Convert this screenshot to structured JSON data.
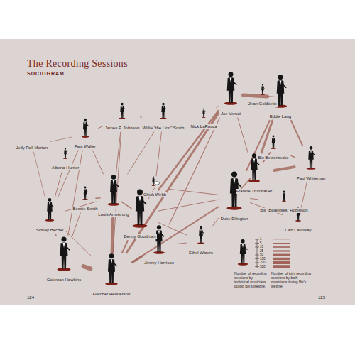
{
  "diagram": {
    "title": "The Recording Sessions",
    "nodes": [
      {
        "text": [
          "Joe Venuti"
        ]
      },
      {
        "text": [
          "Jean Goldkette"
        ]
      },
      {
        "text": [
          "Eddie Lang"
        ]
      },
      {
        "text": [
          "Nick LaRocca"
        ]
      },
      {
        "text": [
          "Bix Beiderbecke"
        ]
      },
      {
        "text": [
          "Paul Whiteman"
        ]
      },
      {
        "text": [
          "Frankie Trumbauer"
        ]
      },
      {
        "text": [
          "Duke Ellington"
        ]
      },
      {
        "text": [
          "Bill \"Bojangles\" Robinson"
        ]
      },
      {
        "text": [
          "Cab Calloway"
        ]
      },
      {
        "text": [
          "Ethel Waters"
        ]
      },
      {
        "text": [
          "Jimmy Harrison"
        ]
      },
      {
        "text": [
          "Benny Goodman"
        ]
      },
      {
        "text": [
          "Chick Webb"
        ]
      },
      {
        "text": [
          "Louis Armstrong"
        ]
      },
      {
        "text": [
          "Bessie Smith"
        ]
      },
      {
        "text": [
          "Sidney Bechet"
        ]
      },
      {
        "text": [
          "Coleman Hawkins"
        ]
      },
      {
        "text": [
          "Fletcher Henderson"
        ]
      },
      {
        "text": [
          "Jelly Roll Morton"
        ]
      },
      {
        "text": [
          "Alberta Hunter"
        ]
      },
      {
        "text": [
          "Fats Waller"
        ]
      },
      {
        "text": [
          "James P. Johnson"
        ]
      },
      {
        "text": [
          "Willie \"the Lion\" Smith"
        ]
      }
    ],
    "edges": [
      {
        "from": 0,
        "to": 2,
        "arrow": "none"
      },
      {
        "from": 2,
        "to": 6,
        "arrow": "none"
      },
      {
        "from": 2,
        "to": 7,
        "arrow": "none"
      },
      {
        "from": 0,
        "to": 12,
        "arrow": "none"
      },
      {
        "from": 0,
        "to": 11,
        "arrow": "none"
      },
      {
        "from": 6,
        "to": 5,
        "arrow": "none"
      },
      {
        "from": 4,
        "to": 6,
        "arrow": "none"
      },
      {
        "from": 4,
        "to": 5,
        "arrow": "none"
      },
      {
        "from": 2,
        "to": 5,
        "arrow": "none"
      },
      {
        "from": 0,
        "to": 6,
        "arrow": "none"
      },
      {
        "from": 17,
        "to": 18,
        "arrow": "none"
      },
      {
        "from": 18,
        "to": 14,
        "arrow": "none"
      },
      {
        "from": 18,
        "to": 12,
        "arrow": "none"
      },
      {
        "from": 18,
        "to": 11,
        "arrow": "none"
      },
      {
        "from": 14,
        "to": 15,
        "arrow": "none"
      },
      {
        "from": 14,
        "to": 16,
        "arrow": "none"
      },
      {
        "from": 14,
        "to": 21,
        "arrow": "none"
      },
      {
        "from": 14,
        "to": 22,
        "arrow": "none"
      },
      {
        "from": 14,
        "to": 12,
        "arrow": "none"
      },
      {
        "from": 12,
        "to": 13,
        "arrow": "none"
      },
      {
        "from": 12,
        "to": 7,
        "arrow": "none"
      },
      {
        "from": 12,
        "to": 10,
        "arrow": "none"
      },
      {
        "from": 18,
        "to": 7,
        "arrow": "none"
      },
      {
        "from": 21,
        "to": 22,
        "arrow": "none"
      },
      {
        "from": 22,
        "to": 23,
        "arrow": "none"
      },
      {
        "from": 21,
        "to": 16,
        "arrow": "none"
      },
      {
        "from": 20,
        "to": 16,
        "arrow": "none"
      },
      {
        "from": 19,
        "to": 16,
        "arrow": "none"
      },
      {
        "from": 19,
        "to": 21,
        "arrow": "none"
      },
      {
        "from": 21,
        "to": 17,
        "arrow": "none"
      },
      {
        "from": 22,
        "to": 18,
        "arrow": "none"
      },
      {
        "from": 23,
        "to": 14,
        "arrow": "none"
      },
      {
        "from": 16,
        "to": 17,
        "arrow": "none"
      },
      {
        "from": 15,
        "to": 17,
        "arrow": "none"
      },
      {
        "from": 7,
        "to": 9,
        "arrow": "none"
      },
      {
        "from": 7,
        "to": 8,
        "arrow": "none"
      },
      {
        "from": 7,
        "to": 10,
        "arrow": "none"
      },
      {
        "from": 3,
        "to": 0,
        "arrow": "none"
      },
      {
        "from": 10,
        "to": 11,
        "arrow": "none"
      },
      {
        "from": 6,
        "to": 7,
        "arrow": "none"
      },
      {
        "from": 5,
        "to": 9,
        "arrow": "none"
      },
      {
        "from": 13,
        "to": 7,
        "arrow": "none"
      },
      {
        "from": 16,
        "to": 18,
        "arrow": "none"
      },
      {
        "from": 23,
        "to": 13,
        "arrow": "none"
      },
      {
        "from": 0,
        "to": 18,
        "arrow": "none"
      },
      {
        "from": 1,
        "to": 2,
        "arrow": "none"
      }
    ],
    "labels": [
      "SOCIOGRAM",
      "124",
      "125",
      "1",
      "5",
      "10",
      "25",
      "50",
      "100",
      "200",
      "300"
    ],
    "legend": [
      {
        "text": "Number of recording sessions by individual musicians during Bix's lifetime."
      },
      {
        "text": "Number of joint recording sessions by both musicians during Bix's lifetime."
      }
    ]
  }
}
